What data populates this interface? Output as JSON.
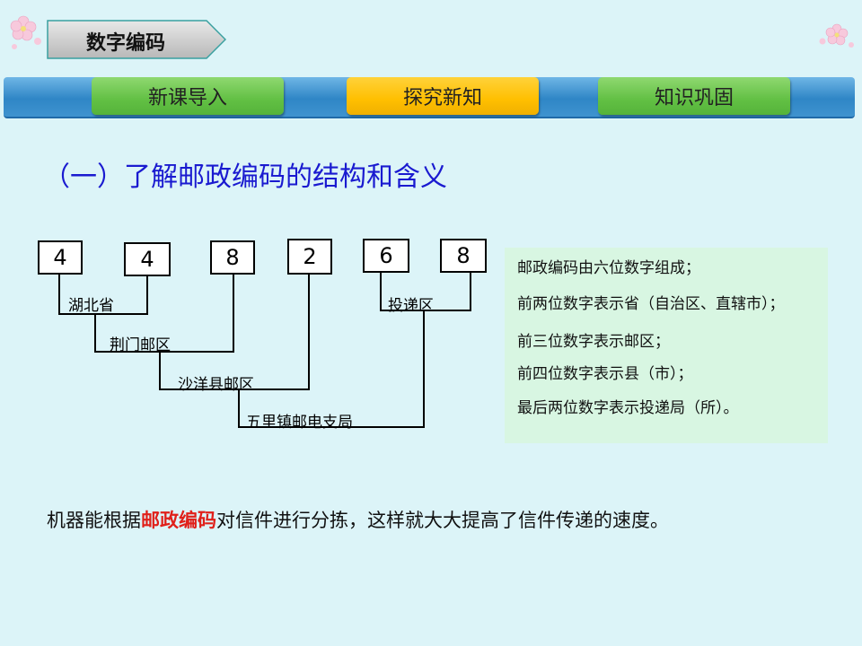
{
  "header": {
    "badge_title": "数字编码"
  },
  "nav": {
    "tabs": [
      {
        "label": "新课导入"
      },
      {
        "label": "探究新知"
      },
      {
        "label": "知识巩固"
      }
    ],
    "active_index": 1
  },
  "heading": "（一）了解邮政编码的结构和含义",
  "diagram": {
    "digits": [
      "4",
      "4",
      "8",
      "2",
      "6",
      "8"
    ],
    "labels": {
      "province": "湖北省",
      "postal_area": "荆门邮区",
      "county": "沙洋县邮区",
      "delivery_office": "五里镇邮电支局",
      "delivery_area": "投递区"
    }
  },
  "info": {
    "lines": [
      "邮政编码由六位数字组成；",
      "前两位数字表示省（自治区、直辖市）；",
      "前三位数字表示邮区；",
      "前四位数字表示县（市）；",
      "最后两位数字表示投递局（所）。"
    ]
  },
  "bottom": {
    "before": "机器能根据",
    "highlight": "邮政编码",
    "after": "对信件进行分拣，这样就大大提高了信件传递的速度。"
  },
  "colors": {
    "heading": "#1a1ad0",
    "highlight": "#e0201a",
    "tab_active": "#ffbf00",
    "tab_inactive": "#62c044",
    "navbar": "#2f86c6"
  }
}
